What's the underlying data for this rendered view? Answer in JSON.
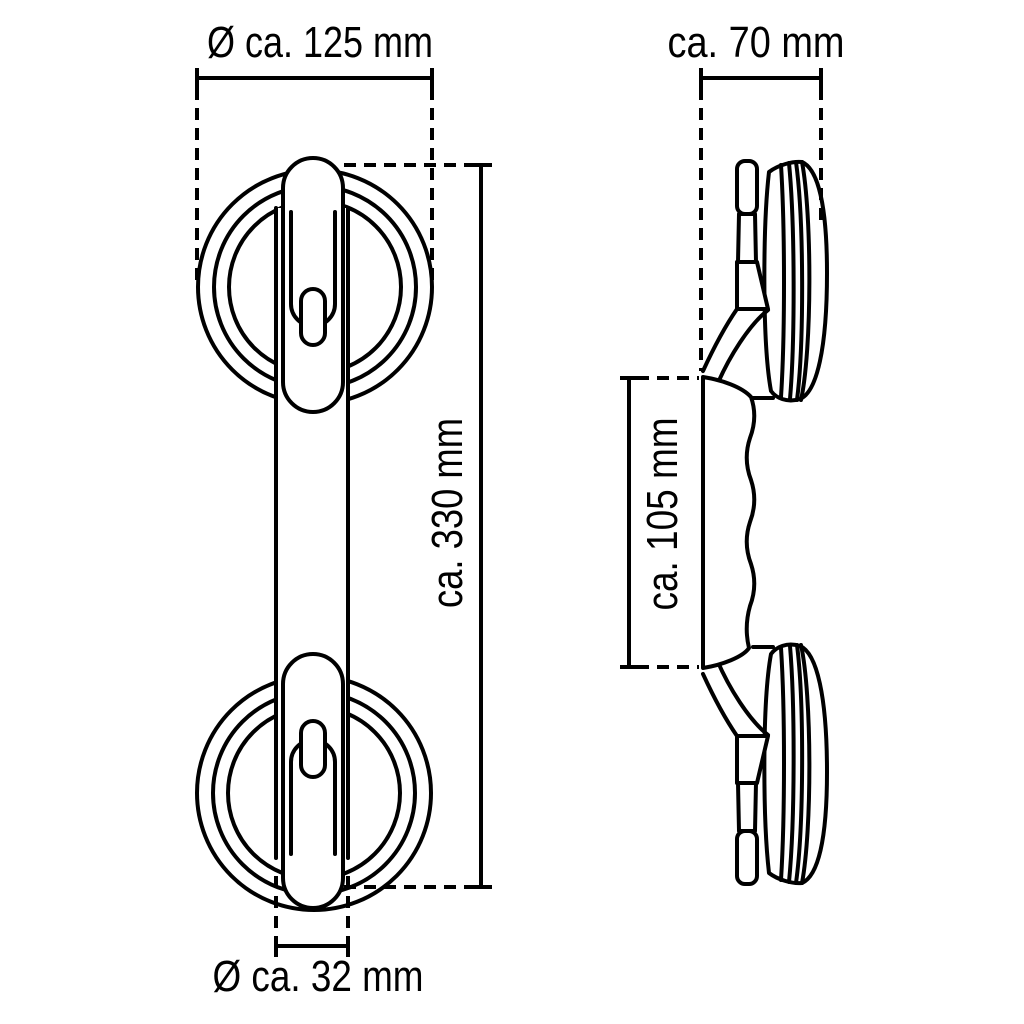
{
  "drawing": {
    "background_color": "#ffffff",
    "line_color": "#000000",
    "text_color": "#000000",
    "dimensions": {
      "cup_diameter": {
        "label": "Ø ca. 125 mm"
      },
      "depth": {
        "label": "ca. 70 mm"
      },
      "total_length": {
        "label": "ca. 330 mm"
      },
      "grip_length": {
        "label": "ca. 105 mm"
      },
      "bar_diameter": {
        "label": "Ø ca. 32 mm"
      }
    }
  }
}
